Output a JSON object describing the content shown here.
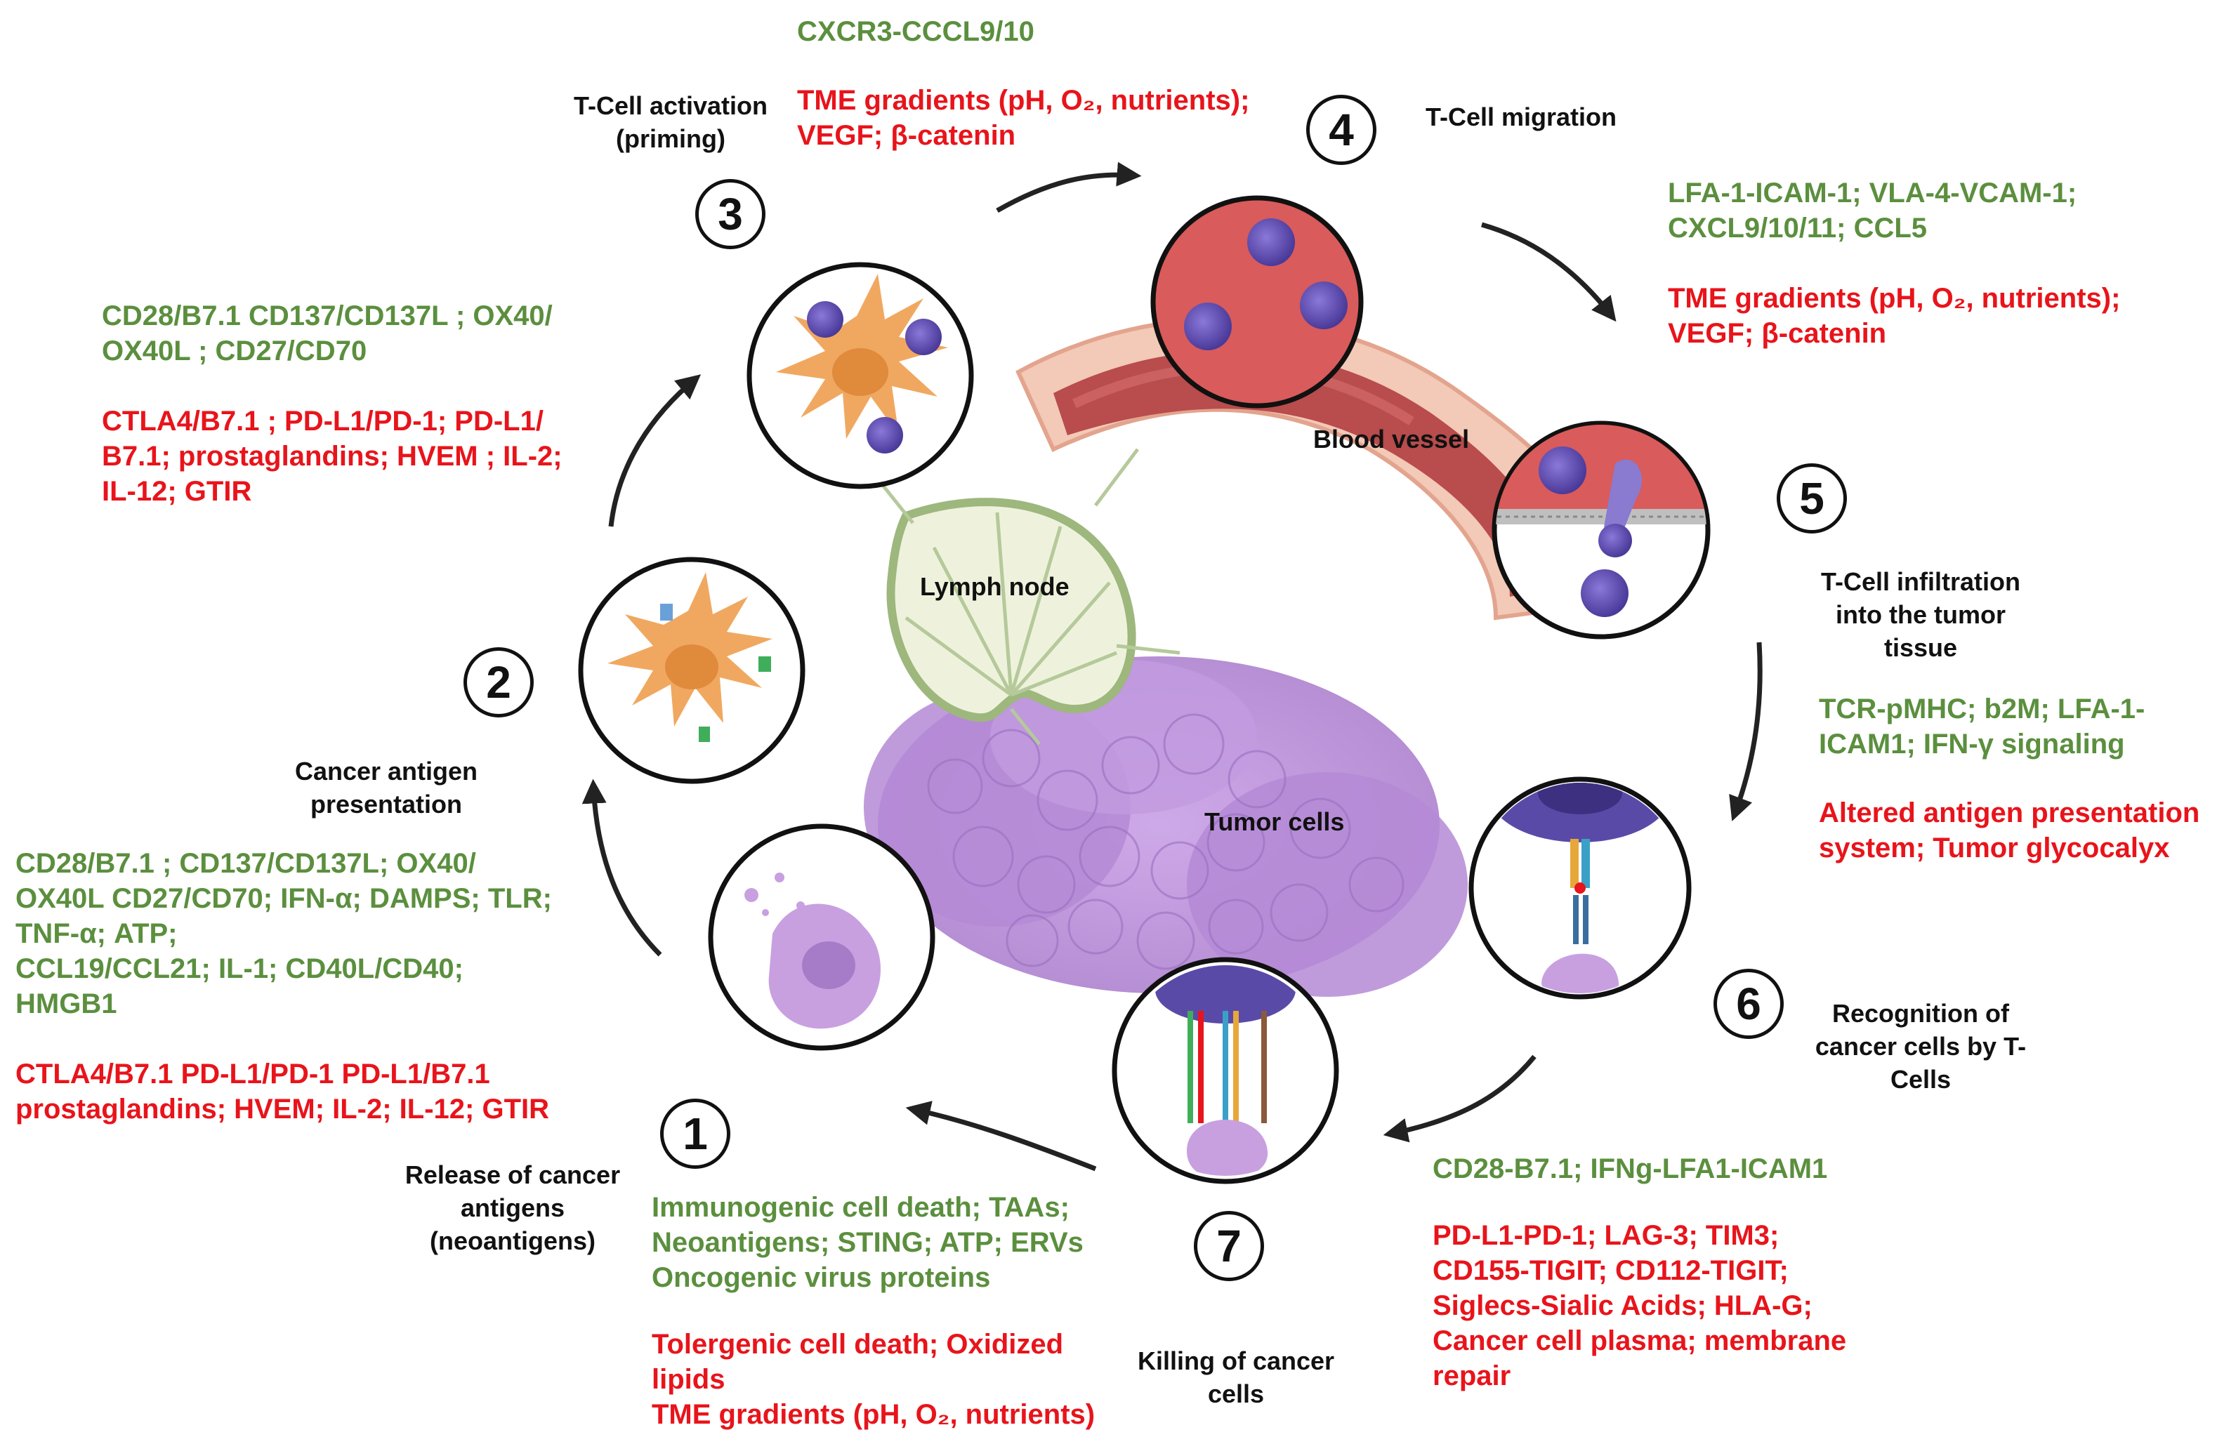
{
  "steps": [
    {
      "num": "1",
      "title": "Release of cancer\nantigens\n(neoantigens)",
      "positive": "Immunogenic cell death; TAAs;\nNeoantigens; STING; ATP; ERVs\nOncogenic virus proteins",
      "negative": "Tolergenic cell death; Oxidized\nlipids\nTME gradients (pH, O₂, nutrients)"
    },
    {
      "num": "2",
      "title": "Cancer antigen\npresentation",
      "positive": "CD28/B7.1 ; CD137/CD137L; OX40/\nOX40L CD27/CD70; IFN-α; DAMPS; TLR;\nTNF-α; ATP;\nCCL19/CCL21; IL-1; CD40L/CD40;\nHMGB1",
      "negative": "CTLA4/B7.1 PD-L1/PD-1 PD-L1/B7.1\nprostaglandins; HVEM; IL-2; IL-12; GTIR"
    },
    {
      "num": "3",
      "title": "T-Cell activation\n(priming)",
      "positive": "CD28/B7.1 CD137/CD137L ; OX40/\nOX40L ; CD27/CD70",
      "negative": "CTLA4/B7.1 ; PD-L1/PD-1;  PD-L1/\nB7.1; prostaglandins; HVEM ; IL-2;\nIL-12; GTIR"
    },
    {
      "num": "4",
      "title": "T-Cell migration",
      "positive": "CXCR3-CCCL9/10",
      "negative": "TME gradients (pH, O₂, nutrients);\nVEGF; β-catenin"
    },
    {
      "num": "5",
      "title": "T-Cell infiltration\ninto the tumor\ntissue",
      "positive": "LFA-1-ICAM-1; VLA-4-VCAM-1;\nCXCL9/10/11; CCL5",
      "negative": "TME gradients (pH, O₂, nutrients);\nVEGF; β-catenin"
    },
    {
      "num": "6",
      "title": "Recognition of\ncancer cells by T-\nCells",
      "positive": "TCR-pMHC; b2M; LFA-1-\nICAM1; IFN-γ signaling",
      "negative": "Altered antigen presentation\nsystem; Tumor glycocalyx"
    },
    {
      "num": "7",
      "title": "Killing of cancer\ncells",
      "positive": "CD28-B7.1; IFNg-LFA1-ICAM1",
      "negative": "PD-L1-PD-1; LAG-3; TIM3;\nCD155-TIGIT; CD112-TIGIT;\nSiglecs-Sialic Acids; HLA-G;\nCancer cell plasma; membrane\nrepair"
    }
  ],
  "labels": {
    "lymph_node": "Lymph node",
    "blood_vessel": "Blood vessel",
    "tumor_cells": "Tumor cells"
  },
  "colors": {
    "promoting": "#5b8f3e",
    "inhibiting": "#e8141b",
    "tumor": "#b98ad6",
    "vessel": "#d95b5b",
    "dendritic_cell": "#f0a860",
    "t_cell": "#6a52b8"
  }
}
